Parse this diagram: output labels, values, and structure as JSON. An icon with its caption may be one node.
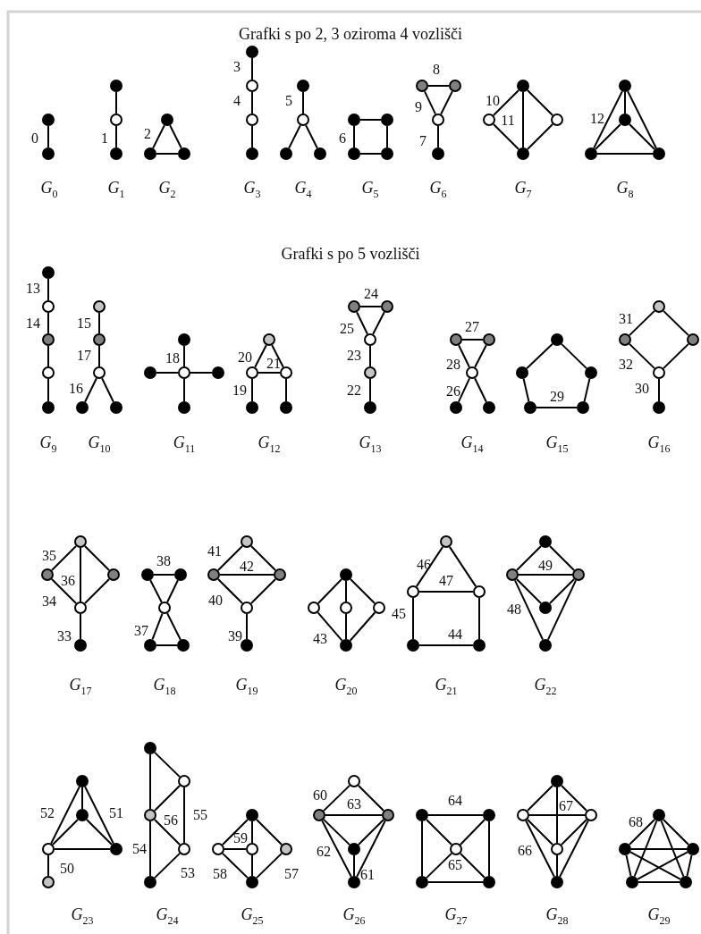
{
  "diagram": {
    "title": "Grafki s po 2, 3 oziroma 4 vozlišči",
    "nodes": [
      {
        "text": [],
        "shape": "circle"
      },
      {
        "text": [],
        "shape": "circle"
      },
      {
        "text": [],
        "shape": "circle"
      },
      {
        "text": [],
        "shape": "circle"
      },
      {
        "text": [],
        "shape": "circle"
      },
      {
        "text": [],
        "shape": "circle"
      },
      {
        "text": [],
        "shape": "circle"
      },
      {
        "text": [],
        "shape": "circle"
      },
      {
        "text": [],
        "shape": "circle"
      },
      {
        "text": [],
        "shape": "circle"
      },
      {
        "text": [],
        "shape": "circle"
      },
      {
        "text": [],
        "shape": "circle"
      },
      {
        "text": [],
        "shape": "circle"
      },
      {
        "text": [],
        "shape": "circle"
      },
      {
        "text": [],
        "shape": "circle"
      },
      {
        "text": [],
        "shape": "circle"
      },
      {
        "text": [],
        "shape": "circle"
      },
      {
        "text": [],
        "shape": "circle"
      },
      {
        "text": [],
        "shape": "circle"
      },
      {
        "text": [],
        "shape": "circle"
      },
      {
        "text": [],
        "shape": "circle"
      },
      {
        "text": [],
        "shape": "circle"
      },
      {
        "text": [],
        "shape": "circle"
      },
      {
        "text": [],
        "shape": "circle"
      },
      {
        "text": [],
        "shape": "circle"
      },
      {
        "text": [],
        "shape": "circle"
      },
      {
        "text": [],
        "shape": "circle"
      },
      {
        "text": [],
        "shape": "circle"
      },
      {
        "text": [],
        "shape": "circle"
      },
      {
        "text": [],
        "shape": "circle"
      },
      {
        "text": [],
        "shape": "circle"
      },
      {
        "text": [],
        "shape": "circle"
      },
      {
        "text": [],
        "shape": "circle"
      },
      {
        "text": [],
        "shape": "circle"
      },
      {
        "text": [],
        "shape": "circle"
      },
      {
        "text": [],
        "shape": "circle"
      },
      {
        "text": [],
        "shape": "circle"
      },
      {
        "text": [],
        "shape": "circle"
      },
      {
        "text": [],
        "shape": "circle"
      },
      {
        "text": [],
        "shape": "circle"
      },
      {
        "text": [],
        "shape": "circle"
      },
      {
        "text": [],
        "shape": "circle"
      },
      {
        "text": [],
        "shape": "circle"
      },
      {
        "text": [],
        "shape": "circle"
      },
      {
        "text": [],
        "shape": "circle"
      },
      {
        "text": [],
        "shape": "circle"
      },
      {
        "text": [],
        "shape": "circle"
      },
      {
        "text": [],
        "shape": "circle"
      },
      {
        "text": [],
        "shape": "circle"
      },
      {
        "text": [],
        "shape": "circle"
      },
      {
        "text": [],
        "shape": "circle"
      },
      {
        "text": [],
        "shape": "circle"
      },
      {
        "text": [],
        "shape": "circle"
      },
      {
        "text": [],
        "shape": "circle"
      },
      {
        "text": [],
        "shape": "circle"
      },
      {
        "text": [],
        "shape": "circle"
      },
      {
        "text": [],
        "shape": "circle"
      },
      {
        "text": [],
        "shape": "circle"
      },
      {
        "text": [],
        "shape": "circle"
      },
      {
        "text": [],
        "shape": "circle"
      },
      {
        "text": [],
        "shape": "circle"
      },
      {
        "text": [],
        "shape": "circle"
      },
      {
        "text": [],
        "shape": "circle"
      },
      {
        "text": [],
        "shape": "circle"
      },
      {
        "text": [],
        "shape": "circle"
      },
      {
        "text": [],
        "shape": "circle"
      },
      {
        "text": [],
        "shape": "circle"
      },
      {
        "text": [],
        "shape": "circle"
      },
      {
        "text": [],
        "shape": "circle"
      },
      {
        "text": [],
        "shape": "circle"
      },
      {
        "text": [],
        "shape": "circle"
      },
      {
        "text": [],
        "shape": "circle"
      },
      {
        "text": [],
        "shape": "circle"
      },
      {
        "text": [],
        "shape": "circle"
      },
      {
        "text": [],
        "shape": "circle"
      },
      {
        "text": [],
        "shape": "circle"
      },
      {
        "text": [],
        "shape": "circle"
      },
      {
        "text": [],
        "shape": "circle"
      },
      {
        "text": [],
        "shape": "circle"
      },
      {
        "text": [],
        "shape": "circle"
      },
      {
        "text": [],
        "shape": "circle"
      },
      {
        "text": [],
        "shape": "circle"
      },
      {
        "text": [],
        "shape": "circle"
      },
      {
        "text": [],
        "shape": "circle"
      },
      {
        "text": [],
        "shape": "circle"
      },
      {
        "text": [],
        "shape": "circle"
      },
      {
        "text": [],
        "shape": "circle"
      },
      {
        "text": [],
        "shape": "circle"
      },
      {
        "text": [],
        "shape": "circle"
      },
      {
        "text": [],
        "shape": "circle"
      },
      {
        "text": [],
        "shape": "circle"
      },
      {
        "text": [],
        "shape": "circle"
      },
      {
        "text": [],
        "shape": "circle"
      },
      {
        "text": [],
        "shape": "circle"
      },
      {
        "text": [],
        "shape": "circle"
      },
      {
        "text": [],
        "shape": "circle"
      },
      {
        "text": [],
        "shape": "circle"
      },
      {
        "text": [],
        "shape": "circle"
      },
      {
        "text": [],
        "shape": "circle"
      },
      {
        "text": [],
        "shape": "circle"
      },
      {
        "text": [],
        "shape": "circle"
      },
      {
        "text": [],
        "shape": "circle"
      },
      {
        "text": [],
        "shape": "circle"
      },
      {
        "text": [],
        "shape": "circle"
      },
      {
        "text": [],
        "shape": "circle"
      },
      {
        "text": [],
        "shape": "circle"
      },
      {
        "text": [],
        "shape": "circle"
      },
      {
        "text": [],
        "shape": "circle"
      },
      {
        "text": [],
        "shape": "circle"
      },
      {
        "text": [],
        "shape": "circle"
      },
      {
        "text": [],
        "shape": "circle"
      },
      {
        "text": [],
        "shape": "circle"
      },
      {
        "text": [],
        "shape": "circle"
      },
      {
        "text": [],
        "shape": "circle"
      },
      {
        "text": [],
        "shape": "circle"
      },
      {
        "text": [],
        "shape": "circle"
      },
      {
        "text": [],
        "shape": "circle"
      },
      {
        "text": [],
        "shape": "circle"
      },
      {
        "text": [],
        "shape": "circle"
      },
      {
        "text": [],
        "shape": "circle"
      },
      {
        "text": [],
        "shape": "circle"
      },
      {
        "text": [],
        "shape": "circle"
      },
      {
        "text": [],
        "shape": "circle"
      },
      {
        "text": [],
        "shape": "circle"
      },
      {
        "text": [],
        "shape": "circle"
      },
      {
        "text": [],
        "shape": "circle"
      },
      {
        "text": [],
        "shape": "circle"
      },
      {
        "text": [],
        "shape": "circle"
      },
      {
        "text": [],
        "shape": "circle"
      },
      {
        "text": [],
        "shape": "circle"
      },
      {
        "text": [],
        "shape": "circle"
      },
      {
        "text": [],
        "shape": "circle"
      },
      {
        "text": [],
        "shape": "circle"
      },
      {
        "text": [],
        "shape": "circle"
      },
      {
        "text": [],
        "shape": "circle"
      },
      {
        "text": [],
        "shape": "circle"
      },
      {
        "text": [],
        "shape": "circle"
      }
    ],
    "edges": [
      {
        "from": 0,
        "to": 1,
        "arrow": "none"
      },
      {
        "from": 2,
        "to": 3,
        "arrow": "none"
      },
      {
        "from": 3,
        "to": 4,
        "arrow": "none"
      },
      {
        "from": 5,
        "to": 6,
        "arrow": "none"
      },
      {
        "from": 5,
        "to": 7,
        "arrow": "none"
      },
      {
        "from": 6,
        "to": 7,
        "arrow": "none"
      },
      {
        "from": 8,
        "to": 9,
        "arrow": "none"
      },
      {
        "from": 9,
        "to": 10,
        "arrow": "none"
      },
      {
        "from": 10,
        "to": 11,
        "arrow": "none"
      },
      {
        "from": 12,
        "to": 13,
        "arrow": "none"
      },
      {
        "from": 13,
        "to": 14,
        "arrow": "none"
      },
      {
        "from": 13,
        "to": 15,
        "arrow": "none"
      },
      {
        "from": 16,
        "to": 17,
        "arrow": "none"
      },
      {
        "from": 16,
        "to": 18,
        "arrow": "none"
      },
      {
        "from": 17,
        "to": 19,
        "arrow": "none"
      },
      {
        "from": 18,
        "to": 19,
        "arrow": "none"
      },
      {
        "from": 20,
        "to": 21,
        "arrow": "none"
      },
      {
        "from": 20,
        "to": 22,
        "arrow": "none"
      },
      {
        "from": 21,
        "to": 22,
        "arrow": "none"
      },
      {
        "from": 22,
        "to": 23,
        "arrow": "none"
      },
      {
        "from": 24,
        "to": 25,
        "arrow": "none"
      },
      {
        "from": 24,
        "to": 26,
        "arrow": "none"
      },
      {
        "from": 24,
        "to": 27,
        "arrow": "none"
      },
      {
        "from": 25,
        "to": 27,
        "arrow": "none"
      },
      {
        "from": 26,
        "to": 27,
        "arrow": "none"
      },
      {
        "from": 28,
        "to": 29,
        "arrow": "none"
      },
      {
        "from": 28,
        "to": 30,
        "arrow": "none"
      },
      {
        "from": 28,
        "to": 31,
        "arrow": "none"
      },
      {
        "from": 29,
        "to": 30,
        "arrow": "none"
      },
      {
        "from": 29,
        "to": 31,
        "arrow": "none"
      },
      {
        "from": 30,
        "to": 31,
        "arrow": "none"
      },
      {
        "from": 32,
        "to": 33,
        "arrow": "none"
      },
      {
        "from": 33,
        "to": 34,
        "arrow": "none"
      },
      {
        "from": 34,
        "to": 35,
        "arrow": "none"
      },
      {
        "from": 35,
        "to": 36,
        "arrow": "none"
      },
      {
        "from": 37,
        "to": 38,
        "arrow": "none"
      },
      {
        "from": 38,
        "to": 39,
        "arrow": "none"
      },
      {
        "from": 39,
        "to": 40,
        "arrow": "none"
      },
      {
        "from": 39,
        "to": 41,
        "arrow": "none"
      },
      {
        "from": 42,
        "to": 44,
        "arrow": "none"
      },
      {
        "from": 43,
        "to": 44,
        "arrow": "none"
      },
      {
        "from": 44,
        "to": 45,
        "arrow": "none"
      },
      {
        "from": 44,
        "to": 46,
        "arrow": "none"
      },
      {
        "from": 47,
        "to": 48,
        "arrow": "none"
      },
      {
        "from": 47,
        "to": 49,
        "arrow": "none"
      },
      {
        "from": 48,
        "to": 49,
        "arrow": "none"
      },
      {
        "from": 48,
        "to": 50,
        "arrow": "none"
      },
      {
        "from": 49,
        "to": 51,
        "arrow": "none"
      },
      {
        "from": 52,
        "to": 53,
        "arrow": "none"
      },
      {
        "from": 52,
        "to": 54,
        "arrow": "none"
      },
      {
        "from": 53,
        "to": 54,
        "arrow": "none"
      },
      {
        "from": 54,
        "to": 55,
        "arrow": "none"
      },
      {
        "from": 55,
        "to": 56,
        "arrow": "none"
      },
      {
        "from": 57,
        "to": 58,
        "arrow": "none"
      },
      {
        "from": 57,
        "to": 59,
        "arrow": "none"
      },
      {
        "from": 59,
        "to": 61,
        "arrow": "none"
      },
      {
        "from": 58,
        "to": 59,
        "arrow": "none"
      },
      {
        "from": 59,
        "to": 60,
        "arrow": "none"
      },
      {
        "from": 62,
        "to": 63,
        "arrow": "none"
      },
      {
        "from": 62,
        "to": 64,
        "arrow": "none"
      },
      {
        "from": 63,
        "to": 65,
        "arrow": "none"
      },
      {
        "from": 64,
        "to": 66,
        "arrow": "none"
      },
      {
        "from": 65,
        "to": 66,
        "arrow": "none"
      },
      {
        "from": 67,
        "to": 68,
        "arrow": "none"
      },
      {
        "from": 67,
        "to": 69,
        "arrow": "none"
      },
      {
        "from": 68,
        "to": 70,
        "arrow": "none"
      },
      {
        "from": 69,
        "to": 70,
        "arrow": "none"
      },
      {
        "from": 70,
        "to": 71,
        "arrow": "none"
      },
      {
        "from": 72,
        "to": 73,
        "arrow": "none"
      },
      {
        "from": 72,
        "to": 74,
        "arrow": "none"
      },
      {
        "from": 72,
        "to": 75,
        "arrow": "none"
      },
      {
        "from": 73,
        "to": 75,
        "arrow": "none"
      },
      {
        "from": 74,
        "to": 75,
        "arrow": "none"
      },
      {
        "from": 75,
        "to": 76,
        "arrow": "none"
      },
      {
        "from": 77,
        "to": 78,
        "arrow": "none"
      },
      {
        "from": 77,
        "to": 79,
        "arrow": "none"
      },
      {
        "from": 79,
        "to": 81,
        "arrow": "none"
      },
      {
        "from": 78,
        "to": 79,
        "arrow": "none"
      },
      {
        "from": 79,
        "to": 80,
        "arrow": "none"
      },
      {
        "from": 80,
        "to": 81,
        "arrow": "none"
      },
      {
        "from": 82,
        "to": 83,
        "arrow": "none"
      },
      {
        "from": 82,
        "to": 84,
        "arrow": "none"
      },
      {
        "from": 83,
        "to": 84,
        "arrow": "none"
      },
      {
        "from": 83,
        "to": 85,
        "arrow": "none"
      },
      {
        "from": 84,
        "to": 85,
        "arrow": "none"
      },
      {
        "from": 85,
        "to": 86,
        "arrow": "none"
      },
      {
        "from": 87,
        "to": 88,
        "arrow": "none"
      },
      {
        "from": 87,
        "to": 89,
        "arrow": "none"
      },
      {
        "from": 87,
        "to": 90,
        "arrow": "none"
      },
      {
        "from": 88,
        "to": 91,
        "arrow": "none"
      },
      {
        "from": 89,
        "to": 91,
        "arrow": "none"
      },
      {
        "from": 90,
        "to": 91,
        "arrow": "none"
      },
      {
        "from": 92,
        "to": 93,
        "arrow": "none"
      },
      {
        "from": 92,
        "to": 94,
        "arrow": "none"
      },
      {
        "from": 93,
        "to": 94,
        "arrow": "none"
      },
      {
        "from": 93,
        "to": 95,
        "arrow": "none"
      },
      {
        "from": 94,
        "to": 96,
        "arrow": "none"
      },
      {
        "from": 95,
        "to": 96,
        "arrow": "none"
      },
      {
        "from": 97,
        "to": 98,
        "arrow": "none"
      },
      {
        "from": 97,
        "to": 99,
        "arrow": "none"
      },
      {
        "from": 98,
        "to": 99,
        "arrow": "none"
      },
      {
        "from": 98,
        "to": 100,
        "arrow": "none"
      },
      {
        "from": 99,
        "to": 100,
        "arrow": "none"
      },
      {
        "from": 98,
        "to": 101,
        "arrow": "none"
      },
      {
        "from": 99,
        "to": 101,
        "arrow": "none"
      },
      {
        "from": 102,
        "to": 103,
        "arrow": "none"
      },
      {
        "from": 102,
        "to": 104,
        "arrow": "none"
      },
      {
        "from": 102,
        "to": 105,
        "arrow": "none"
      },
      {
        "from": 103,
        "to": 104,
        "arrow": "none"
      },
      {
        "from": 103,
        "to": 105,
        "arrow": "none"
      },
      {
        "from": 104,
        "to": 105,
        "arrow": "none"
      },
      {
        "from": 104,
        "to": 106,
        "arrow": "none"
      },
      {
        "from": 107,
        "to": 108,
        "arrow": "none"
      },
      {
        "from": 107,
        "to": 109,
        "arrow": "none"
      },
      {
        "from": 108,
        "to": 109,
        "arrow": "none"
      },
      {
        "from": 108,
        "to": 110,
        "arrow": "none"
      },
      {
        "from": 109,
        "to": 110,
        "arrow": "none"
      },
      {
        "from": 109,
        "to": 111,
        "arrow": "none"
      },
      {
        "from": 110,
        "to": 111,
        "arrow": "none"
      },
      {
        "from": 112,
        "to": 113,
        "arrow": "none"
      },
      {
        "from": 112,
        "to": 114,
        "arrow": "none"
      },
      {
        "from": 112,
        "to": 115,
        "arrow": "none"
      },
      {
        "from": 113,
        "to": 114,
        "arrow": "none"
      },
      {
        "from": 113,
        "to": 116,
        "arrow": "none"
      },
      {
        "from": 114,
        "to": 116,
        "arrow": "none"
      },
      {
        "from": 115,
        "to": 116,
        "arrow": "none"
      },
      {
        "from": 117,
        "to": 118,
        "arrow": "none"
      },
      {
        "from": 117,
        "to": 119,
        "arrow": "none"
      },
      {
        "from": 118,
        "to": 119,
        "arrow": "none"
      },
      {
        "from": 118,
        "to": 120,
        "arrow": "none"
      },
      {
        "from": 119,
        "to": 120,
        "arrow": "none"
      },
      {
        "from": 118,
        "to": 121,
        "arrow": "none"
      },
      {
        "from": 119,
        "to": 121,
        "arrow": "none"
      },
      {
        "from": 120,
        "to": 121,
        "arrow": "none"
      },
      {
        "from": 122,
        "to": 123,
        "arrow": "none"
      },
      {
        "from": 122,
        "to": 125,
        "arrow": "none"
      },
      {
        "from": 123,
        "to": 126,
        "arrow": "none"
      },
      {
        "from": 125,
        "to": 126,
        "arrow": "none"
      },
      {
        "from": 122,
        "to": 124,
        "arrow": "none"
      },
      {
        "from": 123,
        "to": 124,
        "arrow": "none"
      },
      {
        "from": 124,
        "to": 125,
        "arrow": "none"
      },
      {
        "from": 124,
        "to": 126,
        "arrow": "none"
      },
      {
        "from": 127,
        "to": 128,
        "arrow": "none"
      },
      {
        "from": 127,
        "to": 129,
        "arrow": "none"
      },
      {
        "from": 127,
        "to": 130,
        "arrow": "none"
      },
      {
        "from": 128,
        "to": 129,
        "arrow": "none"
      },
      {
        "from": 128,
        "to": 130,
        "arrow": "none"
      },
      {
        "from": 129,
        "to": 130,
        "arrow": "none"
      },
      {
        "from": 128,
        "to": 131,
        "arrow": "none"
      },
      {
        "from": 129,
        "to": 131,
        "arrow": "none"
      },
      {
        "from": 130,
        "to": 131,
        "arrow": "none"
      },
      {
        "from": 132,
        "to": 133,
        "arrow": "none"
      },
      {
        "from": 132,
        "to": 134,
        "arrow": "none"
      },
      {
        "from": 132,
        "to": 135,
        "arrow": "none"
      },
      {
        "from": 132,
        "to": 136,
        "arrow": "none"
      },
      {
        "from": 133,
        "to": 134,
        "arrow": "none"
      },
      {
        "from": 133,
        "to": 135,
        "arrow": "none"
      },
      {
        "from": 133,
        "to": 136,
        "arrow": "none"
      },
      {
        "from": 134,
        "to": 135,
        "arrow": "none"
      },
      {
        "from": 134,
        "to": 136,
        "arrow": "none"
      },
      {
        "from": 135,
        "to": 136,
        "arrow": "none"
      }
    ],
    "labels": [
      "Grafki s po 5 vozlišči",
      "0",
      "1",
      "2",
      "3",
      "4",
      "5",
      "6",
      "7",
      "8",
      "9",
      "10",
      "11",
      "12",
      "13",
      "14",
      "15",
      "16",
      "17",
      "18",
      "19",
      "20",
      "21",
      "22",
      "23",
      "24",
      "25",
      "26",
      "27",
      "28",
      "29",
      "30",
      "31",
      "32",
      "33",
      "34",
      "35",
      "36",
      "37",
      "38",
      "39",
      "40",
      "41",
      "42",
      "43",
      "44",
      "45",
      "46",
      "47",
      "48",
      "49",
      "50",
      "52",
      "51",
      "53",
      "54",
      "55",
      "56",
      "58",
      "57",
      "59",
      "60",
      "61",
      "62",
      "63",
      "64",
      "65",
      "66",
      "67",
      "68",
      "G$_{0}$",
      "G$_{1}$",
      "G$_{2}$",
      "G$_{3}$",
      "G$_{4}$",
      "G$_{5}$",
      "G$_{6}$",
      "G$_{7}$",
      "G$_{8}$",
      "G$_{9}$",
      "G$_{10}$",
      "G$_{11}$",
      "G$_{12}$",
      "G$_{13}$",
      "G$_{14}$",
      "G$_{15}$",
      "G$_{16}$",
      "G$_{17}$",
      "G$_{18}$",
      "G$_{19}$",
      "G$_{20}$",
      "G$_{21}$",
      "G$_{22}$",
      "G$_{23}$",
      "G$_{24}$",
      "G$_{25}$",
      "G$_{26}$",
      "G$_{27}$",
      "G$_{28}$",
      "G$_{29}$"
    ]
  }
}
